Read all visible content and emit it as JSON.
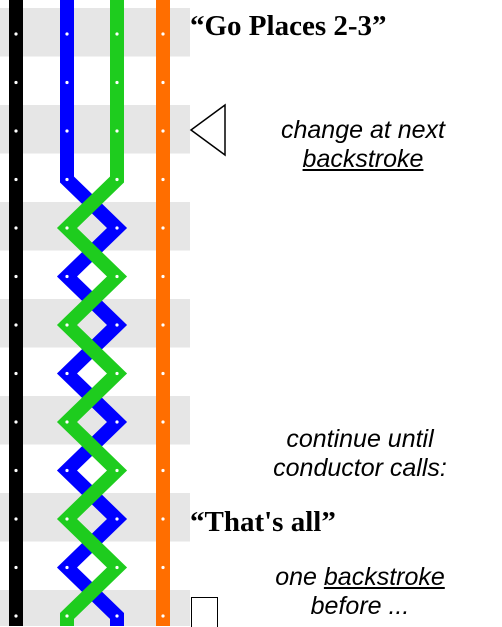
{
  "colors": {
    "band": "#e6e6e6",
    "bell_1": "#000000",
    "bell_2": "#0000ff",
    "bell_3": "#1ecc1e",
    "bell_4": "#ff6e00",
    "dot": "#ffffff"
  },
  "icons": {
    "change_marker": "left-pointing-triangle-outline",
    "handstroke_marker": "open-square-outline"
  },
  "labels": {
    "call_go": "“Go Places 2-3”",
    "change_line1": "change at next",
    "change_line2": "backstroke",
    "continue_line1": "continue until",
    "continue_line2": "conductor calls:",
    "call_stop": "“That's all”",
    "one_backstroke_prefix": "one ",
    "one_backstroke_word": "backstroke",
    "before": "before ..."
  }
}
